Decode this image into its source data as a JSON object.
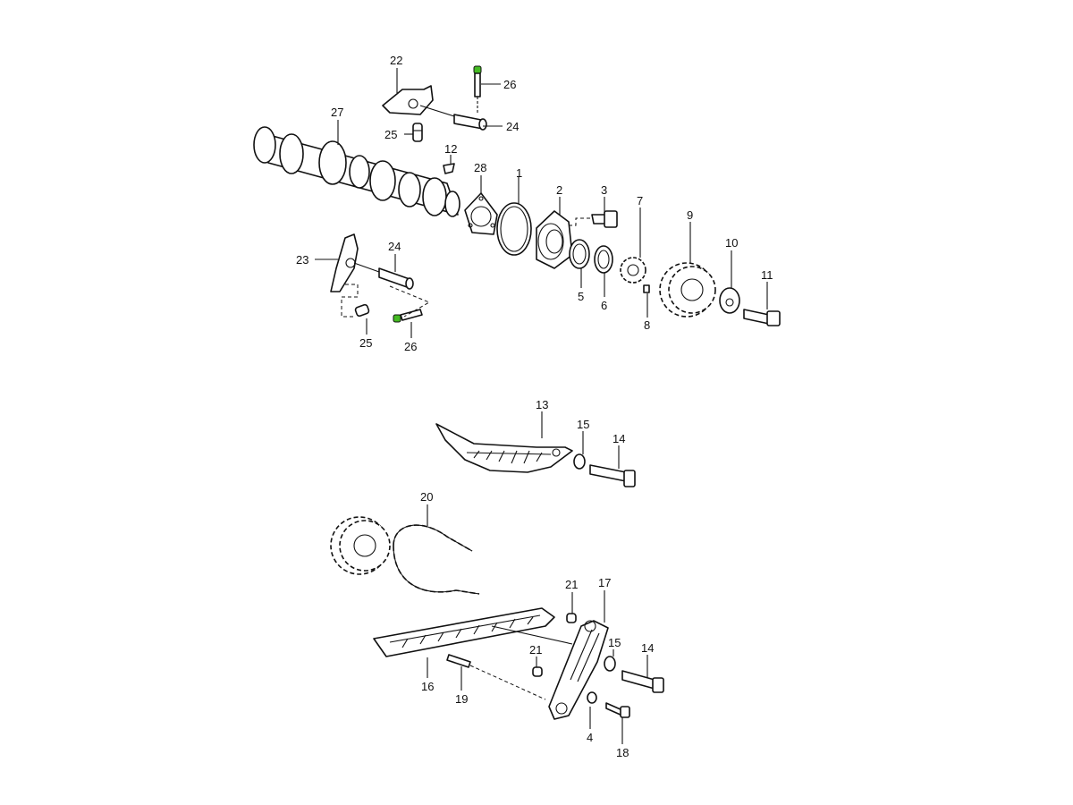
{
  "colors": {
    "line": "#111111",
    "highlight": "#44bb22",
    "background": "#ffffff"
  },
  "callouts": [
    {
      "id": "c1",
      "text": "1"
    },
    {
      "id": "c2",
      "text": "2"
    },
    {
      "id": "c3",
      "text": "3"
    },
    {
      "id": "c4",
      "text": "4"
    },
    {
      "id": "c5",
      "text": "5"
    },
    {
      "id": "c6",
      "text": "6"
    },
    {
      "id": "c7",
      "text": "7"
    },
    {
      "id": "c8",
      "text": "8"
    },
    {
      "id": "c9",
      "text": "9"
    },
    {
      "id": "c10",
      "text": "10"
    },
    {
      "id": "c11",
      "text": "11"
    },
    {
      "id": "c12",
      "text": "12"
    },
    {
      "id": "c13",
      "text": "13"
    },
    {
      "id": "c14a",
      "text": "14"
    },
    {
      "id": "c14b",
      "text": "14"
    },
    {
      "id": "c15a",
      "text": "15"
    },
    {
      "id": "c15b",
      "text": "15"
    },
    {
      "id": "c16",
      "text": "16"
    },
    {
      "id": "c17",
      "text": "17"
    },
    {
      "id": "c18",
      "text": "18"
    },
    {
      "id": "c19",
      "text": "19"
    },
    {
      "id": "c20",
      "text": "20"
    },
    {
      "id": "c21a",
      "text": "21"
    },
    {
      "id": "c21b",
      "text": "21"
    },
    {
      "id": "c22",
      "text": "22"
    },
    {
      "id": "c23",
      "text": "23"
    },
    {
      "id": "c24a",
      "text": "24"
    },
    {
      "id": "c24b",
      "text": "24"
    },
    {
      "id": "c25a",
      "text": "25"
    },
    {
      "id": "c25b",
      "text": "25"
    },
    {
      "id": "c26a",
      "text": "26"
    },
    {
      "id": "c26b",
      "text": "26"
    },
    {
      "id": "c27",
      "text": "27"
    },
    {
      "id": "c28",
      "text": "28"
    }
  ]
}
